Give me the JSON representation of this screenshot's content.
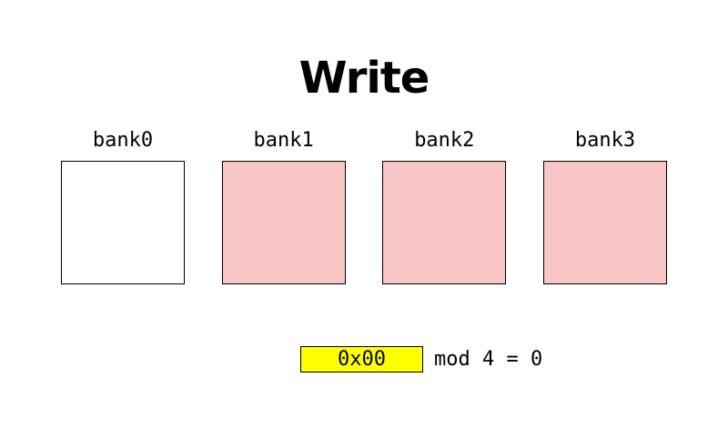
{
  "title": "Write",
  "banks": [
    {
      "label": "bank0",
      "filled": false
    },
    {
      "label": "bank1",
      "filled": true
    },
    {
      "label": "bank2",
      "filled": true
    },
    {
      "label": "bank3",
      "filled": true
    }
  ],
  "address_box": {
    "value": "0x00"
  },
  "mod_text": "mod 4 = 0",
  "colors": {
    "bank_fill": "#f9c6c6",
    "bank_empty": "#ffffff",
    "address_bg": "#ffff00",
    "border": "#000000"
  }
}
